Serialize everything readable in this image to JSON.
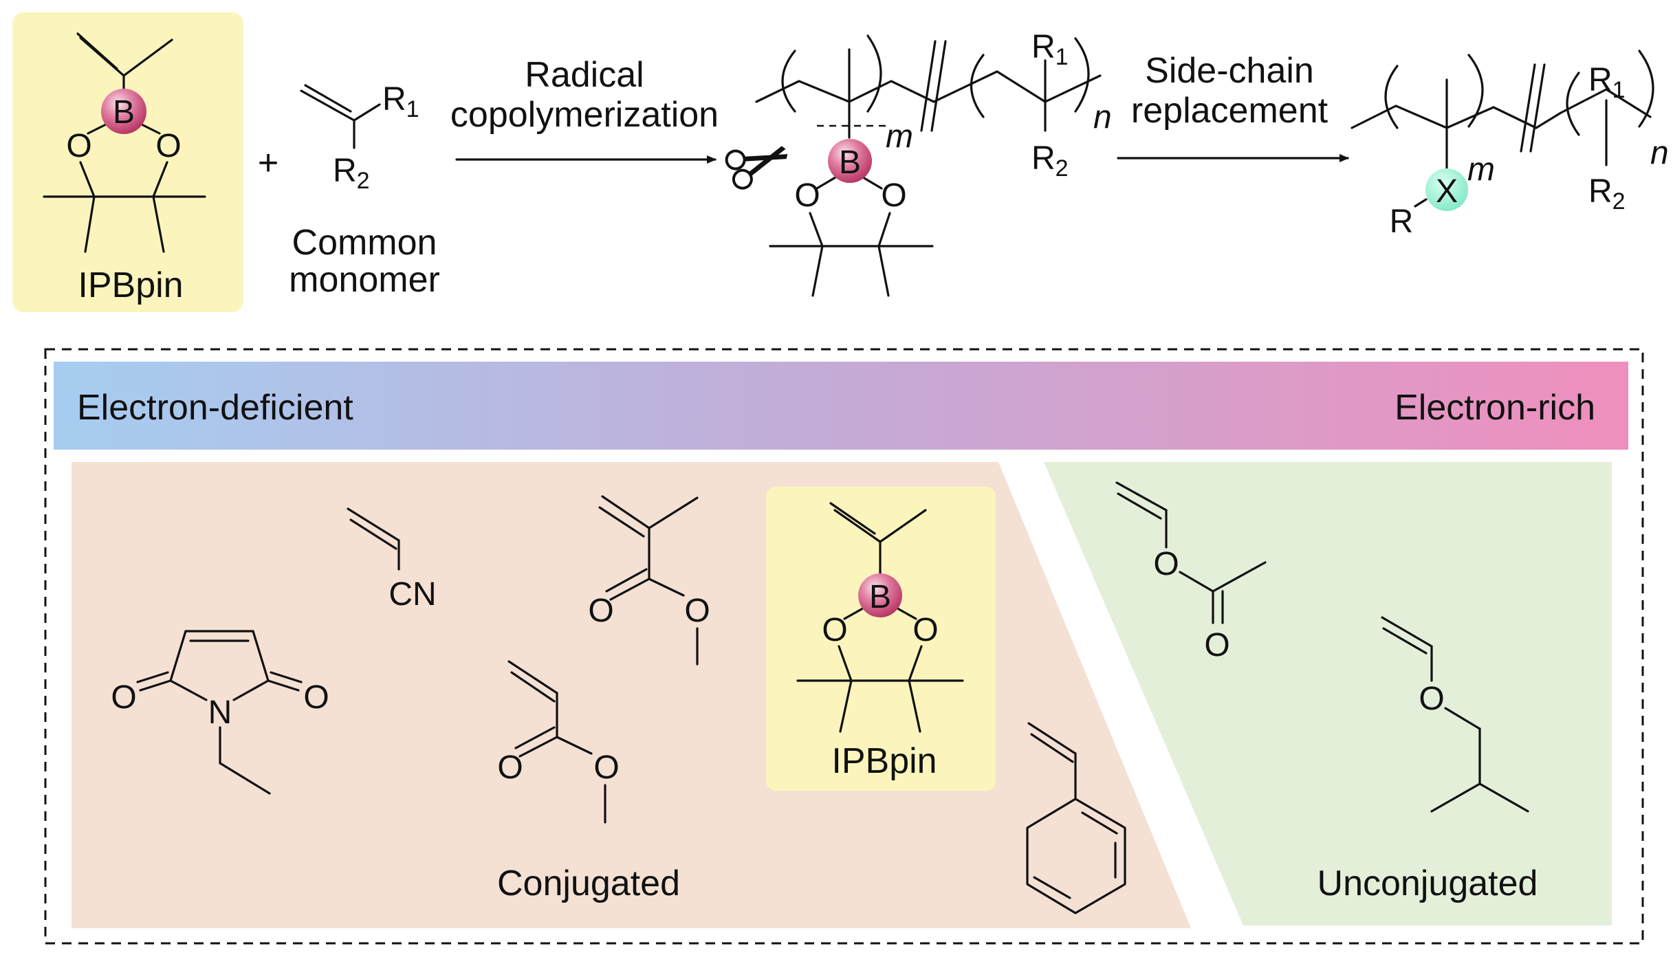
{
  "colors": {
    "ipbpin_highlight": "#fbf5bd",
    "boron_sphere": "#d9527e",
    "x_sphere": "#8ff0cf",
    "conjugated_region": "#f4e1d4",
    "unconjugated_region": "#e4efd9",
    "gradient_start": "#a5cdf0",
    "gradient_end": "#ee8fbe"
  },
  "top": {
    "ipbpin_label": "IPBpin",
    "plus": "+",
    "common_monomer": [
      "Common",
      "monomer"
    ],
    "arrow1_label": [
      "Radical",
      "copolymerization"
    ],
    "arrow2_label": [
      "Side-chain",
      "replacement"
    ],
    "atom_B": "B",
    "atom_O": "O",
    "atom_X": "X",
    "sub_R": "R",
    "R1": "R",
    "R1_sub": "1",
    "R2": "R",
    "R2_sub": "2",
    "m": "m",
    "n": "n",
    "scissors_icon": "scissors-icon"
  },
  "gradient_bar": {
    "left_label": "Electron-deficient",
    "right_label": "Electron-rich"
  },
  "monomers": {
    "maleimide": {
      "O": "O",
      "N": "N"
    },
    "acrylonitrile": {
      "CN": "CN"
    },
    "methyl_methacrylate": {
      "O": "O"
    },
    "methyl_acrylate": {
      "O": "O"
    },
    "ipbpin_label": "IPBpin",
    "vinyl_acetate": {
      "O": "O"
    },
    "isobutyl_vinyl_ether": {
      "O": "O"
    }
  },
  "regions": {
    "conjugated_label": "Conjugated",
    "unconjugated_label": "Unconjugated"
  }
}
